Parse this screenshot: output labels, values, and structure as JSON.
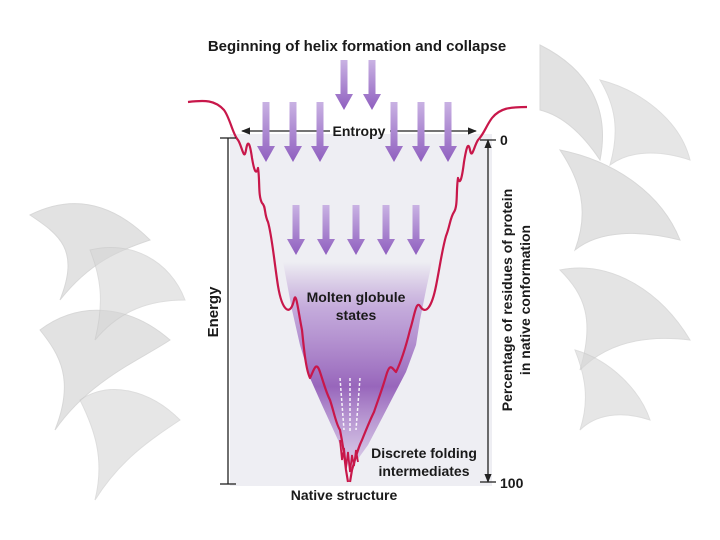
{
  "diagram": {
    "title": "Beginning of helix formation and collapse",
    "entropy_label": "Entropy",
    "energy_label": "Energy",
    "percentage_label_line1": "Percentage of residues of protein",
    "percentage_label_line2": "in native conformation",
    "tick_top": "0",
    "tick_bottom": "100",
    "molten_label_line1": "Molten globule",
    "molten_label_line2": "states",
    "discrete_label_line1": "Discrete folding",
    "discrete_label_line2": "intermediates",
    "native_label": "Native structure"
  },
  "colors": {
    "funnel_outline": "#c8174a",
    "arrow": "#9b6fc4",
    "molten_fill": "#9a63be",
    "panel_bg": "#eeeef3",
    "background_art": "#d4d4d4"
  }
}
